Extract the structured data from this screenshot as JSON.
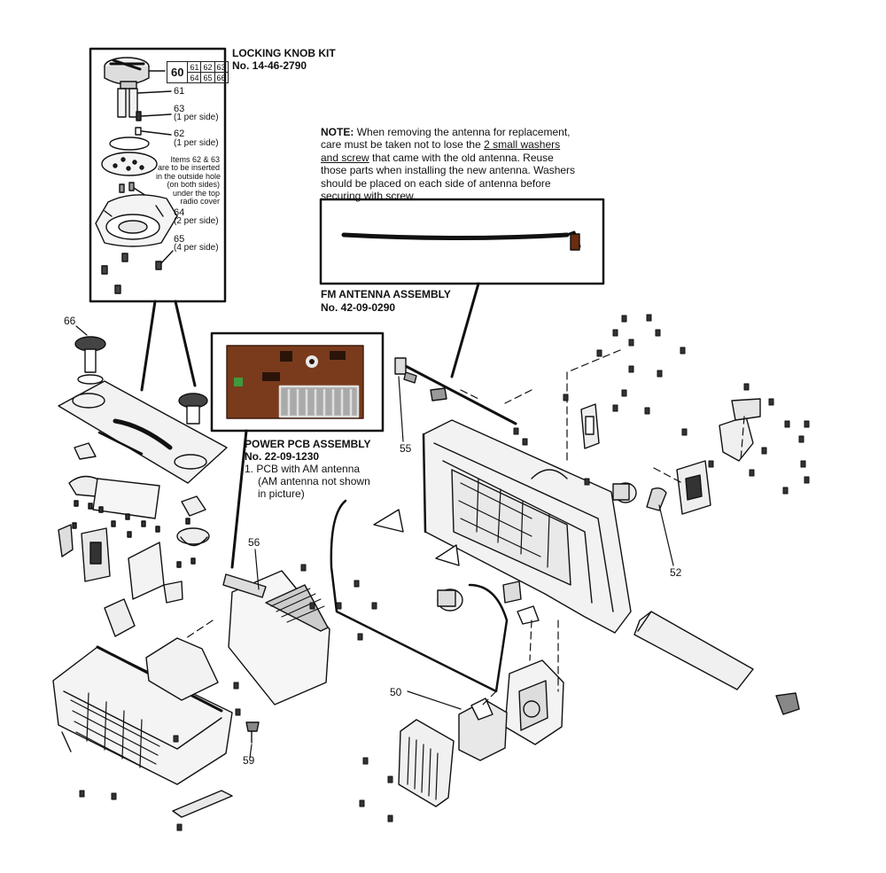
{
  "locking_knob_kit": {
    "title": "LOCKING KNOB KIT",
    "number": "No. 14-46-2790",
    "kit_table": {
      "main": "60",
      "row1": [
        "61",
        "62",
        "63"
      ],
      "row2": [
        "64",
        "65",
        "66"
      ]
    },
    "callouts": {
      "c61": "61",
      "c63": "63",
      "c63_sub": "(1 per side)",
      "c62": "62",
      "c62_sub": "(1 per side)",
      "c64": "64",
      "c64_sub": "(2 per side)",
      "c65": "65",
      "c65_sub": "(4 per side)"
    },
    "insert_note": [
      "Items 62 & 63",
      "are to be inserted",
      "in the outside hole",
      "(on both sides)",
      "under the top",
      "radio cover"
    ]
  },
  "note": {
    "label": "NOTE:",
    "line1": "When removing the antenna for replacement,",
    "line2_pre": "care must be taken not to lose the ",
    "line2_u": "2 small washers",
    "line3_u": "and screw",
    "line3_post": " that came with the old antenna. Reuse",
    "line4": "those parts when installing the new antenna. Washers",
    "line5": "should be placed on each side of antenna before",
    "line6": "securing with screw."
  },
  "fm_antenna": {
    "title": "FM ANTENNA ASSEMBLY",
    "number": "No. 42-09-0290"
  },
  "power_pcb": {
    "title": "POWER PCB ASSEMBLY",
    "number": "No. 22-09-1230",
    "lines": [
      "1. PCB with AM antenna",
      "(AM antenna not shown",
      "in picture)"
    ]
  },
  "callouts": {
    "c66": "66",
    "c55": "55",
    "c56": "56",
    "c52": "52",
    "c50": "50",
    "c59": "59"
  },
  "colors": {
    "line": "#111111",
    "pcb": "#7a3b1c",
    "pcb_dark": "#3a1a0b",
    "part_fill": "#f3f3f3"
  }
}
